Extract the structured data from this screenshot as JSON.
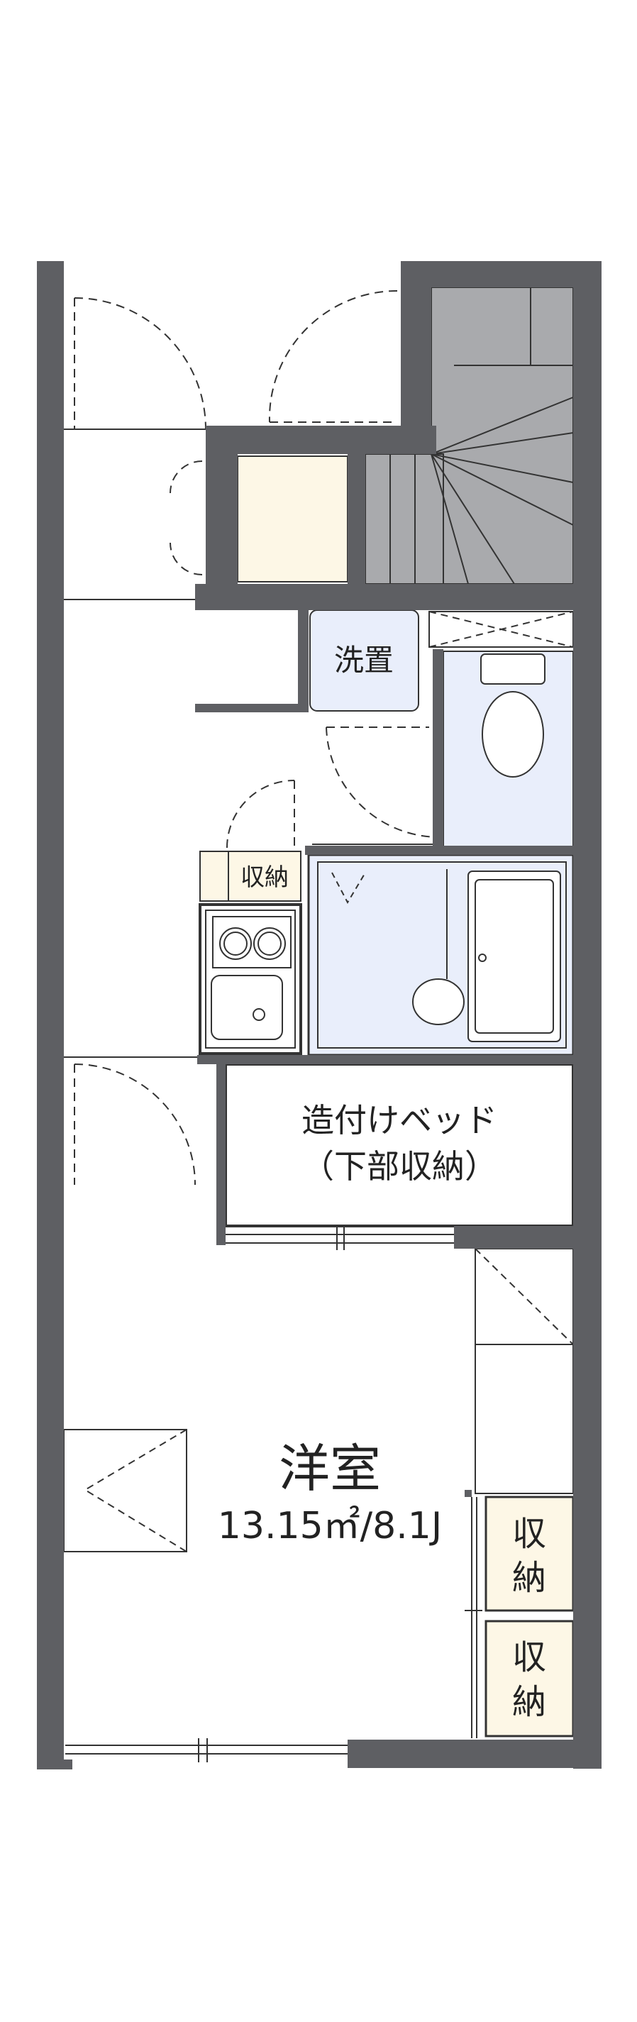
{
  "colors": {
    "wall": "#5e5f63",
    "line": "#333333",
    "stair_fill": "#a9aaad",
    "storage_fill": "#fdf7e6",
    "wet_fill": "#e9eefb"
  },
  "labels": {
    "washroom": "洗置",
    "kitchen_storage": "収納",
    "builtin_bed_line1": "造付けベッド",
    "builtin_bed_line2": "（下部収納）",
    "western_room": "洋室",
    "western_room_area": "13.15㎡/8.1J",
    "closet1_line1": "収",
    "closet1_line2": "納",
    "closet2_line1": "収",
    "closet2_line2": "納"
  }
}
